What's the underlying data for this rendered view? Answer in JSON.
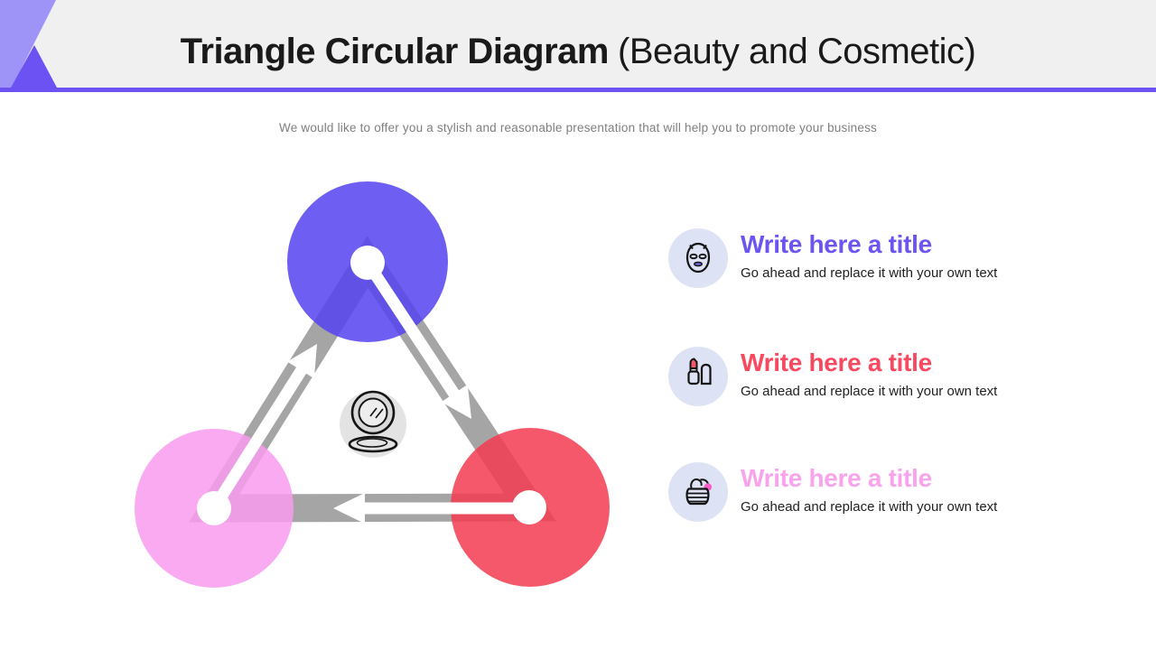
{
  "slide": {
    "title_bold": "Triangle Circular Diagram",
    "title_regular": "(Beauty and Cosmetic)",
    "subtitle": "We would like to offer you a stylish and reasonable presentation that will help you to promote your business"
  },
  "colors": {
    "header_bg": "#f0f0f1",
    "accent": "#6c52f2",
    "accent_light": "#9e94f8",
    "edge_gray": "#a5a5a5",
    "node_purple": "#5642f0",
    "node_pink": "#f89bee",
    "node_red": "#f53b51",
    "center_badge_bg": "#e3e3e3",
    "item_badge_bg": "#dee2f5",
    "title_text": "#1a1a1a",
    "subtitle_text": "#7f7f7f",
    "desc_text": "#212121"
  },
  "diagram": {
    "type": "triangle-cycle",
    "center_icon": "compact-mirror-icon",
    "nodes": [
      {
        "position": "top",
        "color": "#5642f0"
      },
      {
        "position": "bottom-left",
        "color": "#f89bee"
      },
      {
        "position": "bottom-right",
        "color": "#f53b51"
      }
    ],
    "arrows": [
      {
        "from": "top",
        "to": "bottom-right"
      },
      {
        "from": "bottom-right",
        "to": "bottom-left"
      },
      {
        "from": "bottom-left",
        "to": "top"
      }
    ]
  },
  "items": [
    {
      "icon": "face-mask-icon",
      "title": "Write here a title",
      "title_color": "#6a55f1",
      "description": "Go ahead and replace it with your own text"
    },
    {
      "icon": "lipstick-icon",
      "title": "Write here a title",
      "title_color": "#f7495f",
      "description": "Go ahead and replace it with your own text"
    },
    {
      "icon": "cosmetic-jar-icon",
      "title": "Write here a title",
      "title_color": "#f9a3ec",
      "description": "Go ahead and replace it with your own text"
    }
  ]
}
